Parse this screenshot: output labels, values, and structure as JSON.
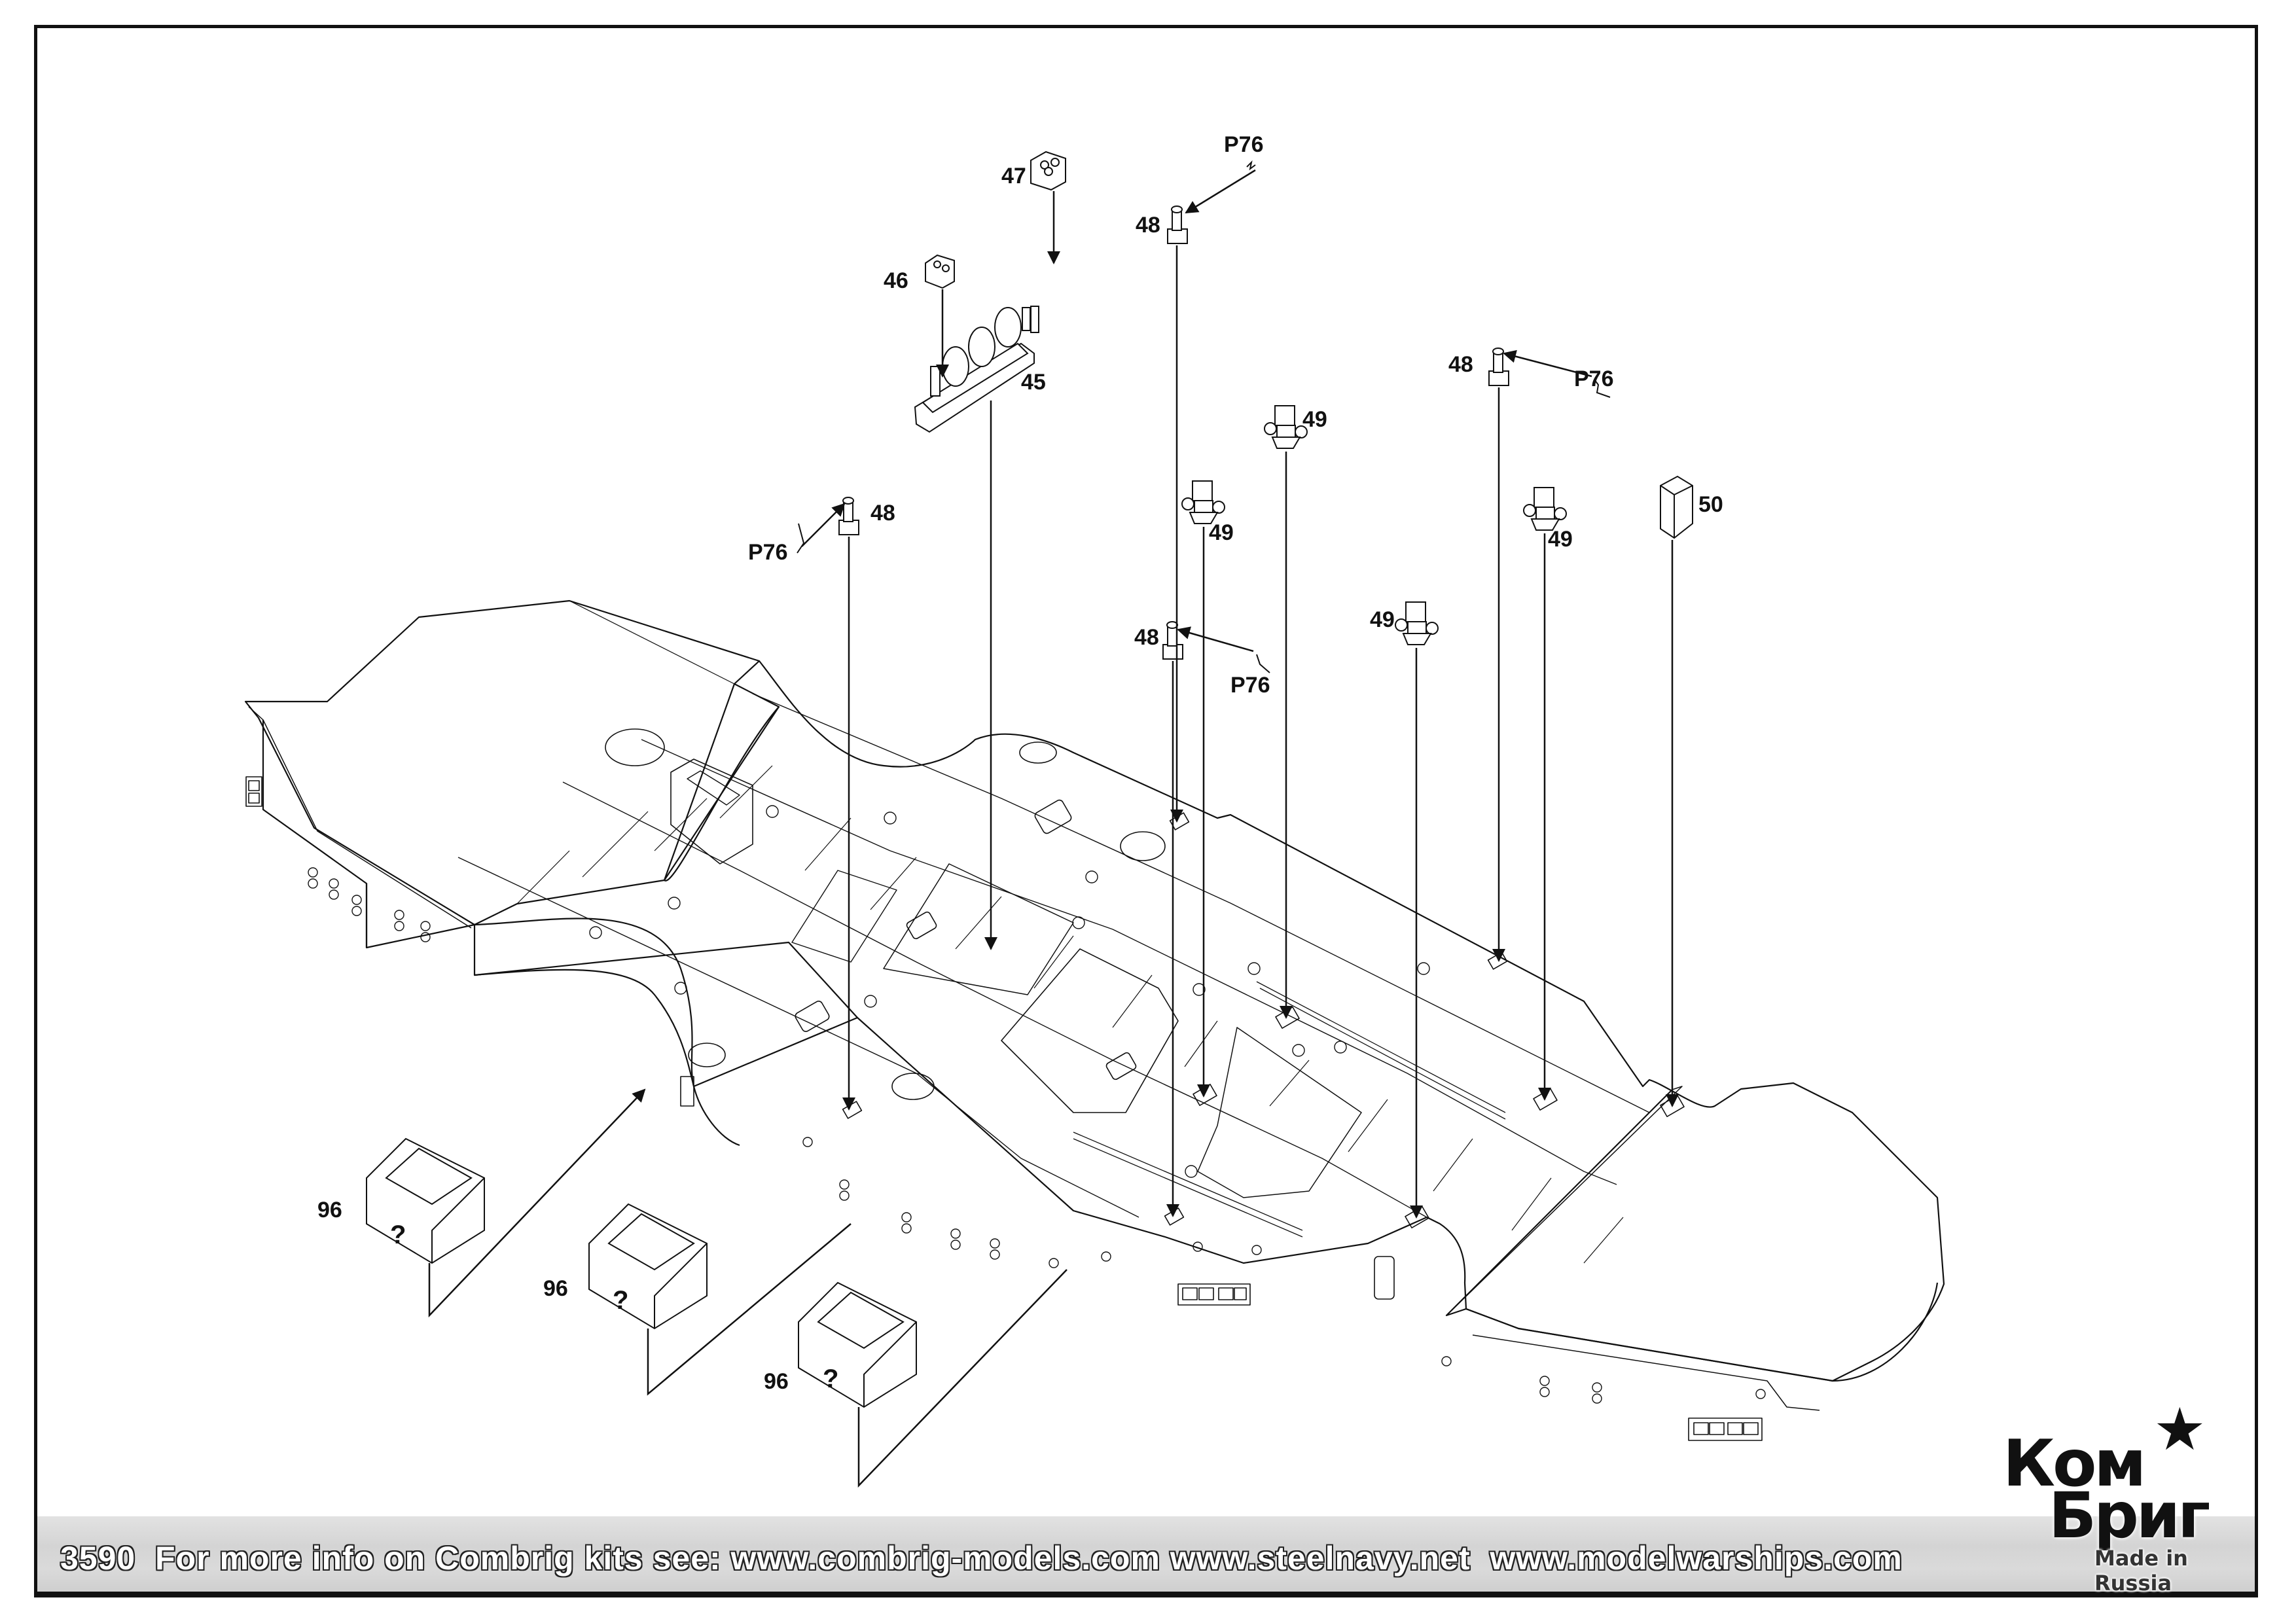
{
  "document": {
    "type": "model kit assembly instructions",
    "kit_number": "3590"
  },
  "callouts": [
    {
      "id": "45",
      "label": "45",
      "part": "base with reels / winches"
    },
    {
      "id": "46",
      "label": "46",
      "part": "small block cap"
    },
    {
      "id": "47",
      "label": "47",
      "part": "small block cap"
    },
    {
      "id": "48a",
      "label": "48",
      "part": "post"
    },
    {
      "id": "48b",
      "label": "48",
      "part": "post"
    },
    {
      "id": "48c",
      "label": "48",
      "part": "post"
    },
    {
      "id": "48d",
      "label": "48",
      "part": "post"
    },
    {
      "id": "49a",
      "label": "49",
      "part": "fitting"
    },
    {
      "id": "49b",
      "label": "49",
      "part": "fitting"
    },
    {
      "id": "49c",
      "label": "49",
      "part": "fitting"
    },
    {
      "id": "49d",
      "label": "49",
      "part": "fitting"
    },
    {
      "id": "50",
      "label": "50",
      "part": "box"
    },
    {
      "id": "96a",
      "label": "96",
      "part": "ladder hatch"
    },
    {
      "id": "96b",
      "label": "96",
      "part": "ladder hatch"
    },
    {
      "id": "96c",
      "label": "96",
      "part": "ladder hatch"
    }
  ],
  "photoetch": [
    {
      "id": "p76a",
      "label": "P76"
    },
    {
      "id": "p76b",
      "label": "P76"
    },
    {
      "id": "p76c",
      "label": "P76"
    },
    {
      "id": "p76d",
      "label": "P76"
    }
  ],
  "hatch_mark": "?",
  "footer": {
    "text": "3590  For more info on Combrig kits see: www.combrig-models.com www.steelnavy.net  www.modelwarships.com"
  },
  "logo": {
    "line1": "Ком",
    "line2": "Бриг",
    "tagline": "Made in Russia",
    "icon": "star-hammer-sickle-icon"
  },
  "colors": {
    "line": "#111111",
    "footer_band": "#d8d8d8",
    "paper": "#ffffff"
  }
}
